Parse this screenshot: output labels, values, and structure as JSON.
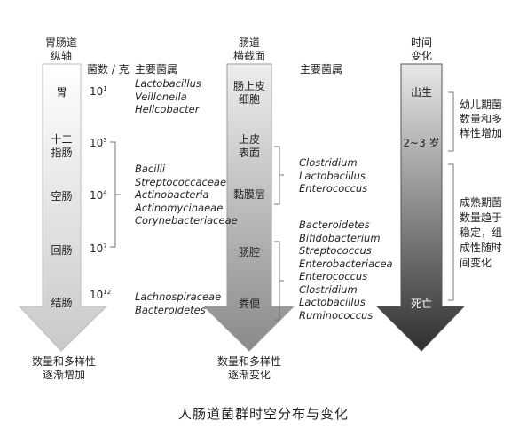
{
  "col1": {
    "title_lines": [
      "胃肠道",
      "纵轴"
    ],
    "count_header": "菌数 / 克",
    "genus_header": "主要菌属",
    "sites": [
      "胃",
      "十二\n指肠",
      "空肠",
      "回肠",
      "结肠"
    ],
    "counts": [
      {
        "base": "10",
        "exp": "1"
      },
      {
        "base": "10",
        "exp": "3"
      },
      {
        "base": "10",
        "exp": "4"
      },
      {
        "base": "10",
        "exp": "7"
      },
      {
        "base": "10",
        "exp": "12"
      }
    ],
    "genera_stomach": [
      "Lactobacillus",
      "Veillonella",
      "Hellcobacter"
    ],
    "genera_small_intestine": [
      "Bacilli",
      "Streptococcaceae",
      "Actinobacteria",
      "Actinomycinaeae",
      "Corynebacteriaceae"
    ],
    "genera_colon": [
      "Lachnospiraceae",
      "Bacteroidetes"
    ],
    "bottom_lines": [
      "数量和多样性",
      "逐渐增加"
    ]
  },
  "col2": {
    "title_lines": [
      "肠道",
      "横截面"
    ],
    "genus_header": "主要菌属",
    "sites": [
      "肠上皮\n细胞",
      "上皮\n表面",
      "黏膜层",
      "肠腔",
      "粪便"
    ],
    "genera_surface": [
      "Clostridium",
      "Lactobacillus",
      "Enterococcus"
    ],
    "genera_lumen": [
      "Bacteroidetes",
      "Bifidobacterium",
      "Streptococcus",
      "Enterobacteriacea",
      "Enterococcus",
      "Clostridium",
      "Lactobacillus",
      "Ruminococcus"
    ],
    "bottom_lines": [
      "数量和多样性",
      "逐渐变化"
    ]
  },
  "col3": {
    "title_lines": [
      "时间",
      "变化"
    ],
    "stages": [
      "出生",
      "2~3 岁",
      "死亡"
    ],
    "infant_note": [
      "幼儿期菌",
      "数量和多",
      "样性增加"
    ],
    "adult_note": [
      "成熟期菌",
      "数量趋于",
      "稳定，组",
      "成性随时",
      "间变化"
    ]
  },
  "title": "人肠道菌群时空分布与变化",
  "colors": {
    "arrow_light": "#ececec",
    "arrow_mid": "#b5b5b5",
    "arrow_dark": "#3a3a3a",
    "bracket": "#777777"
  }
}
